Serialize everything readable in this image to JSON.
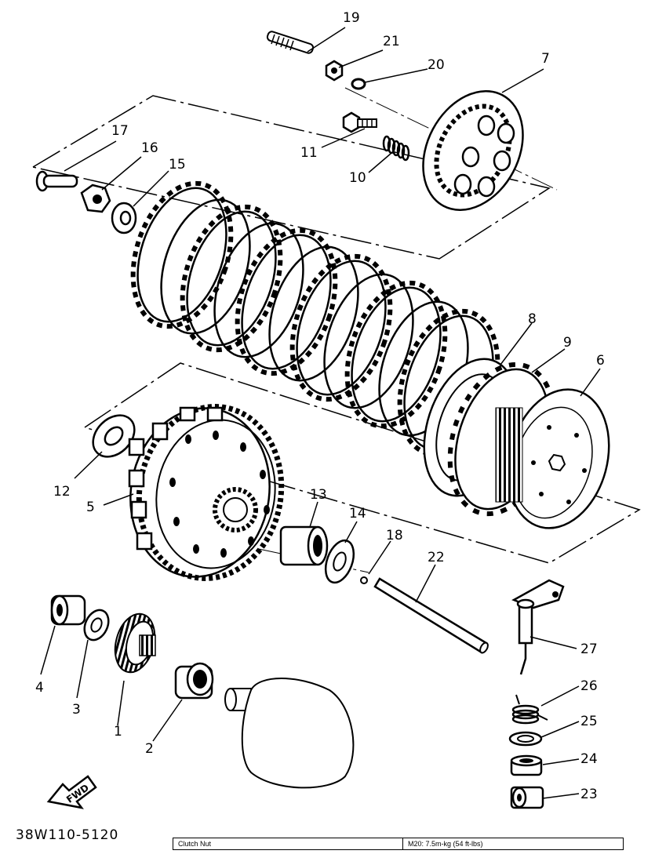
{
  "diagram": {
    "part_labels": [
      "19",
      "21",
      "20",
      "7",
      "17",
      "16",
      "15",
      "11",
      "10",
      "8",
      "9",
      "6",
      "12",
      "5",
      "13",
      "14",
      "18",
      "22",
      "27",
      "4",
      "3",
      "1",
      "2",
      "26",
      "25",
      "24",
      "23"
    ],
    "drawing_code": "38W110-5120",
    "fwd_label": "FWD"
  },
  "torque_table": {
    "part_name": "Clutch Nut",
    "spec": "M20: 7.5m-kg (54 ft-lbs)"
  }
}
